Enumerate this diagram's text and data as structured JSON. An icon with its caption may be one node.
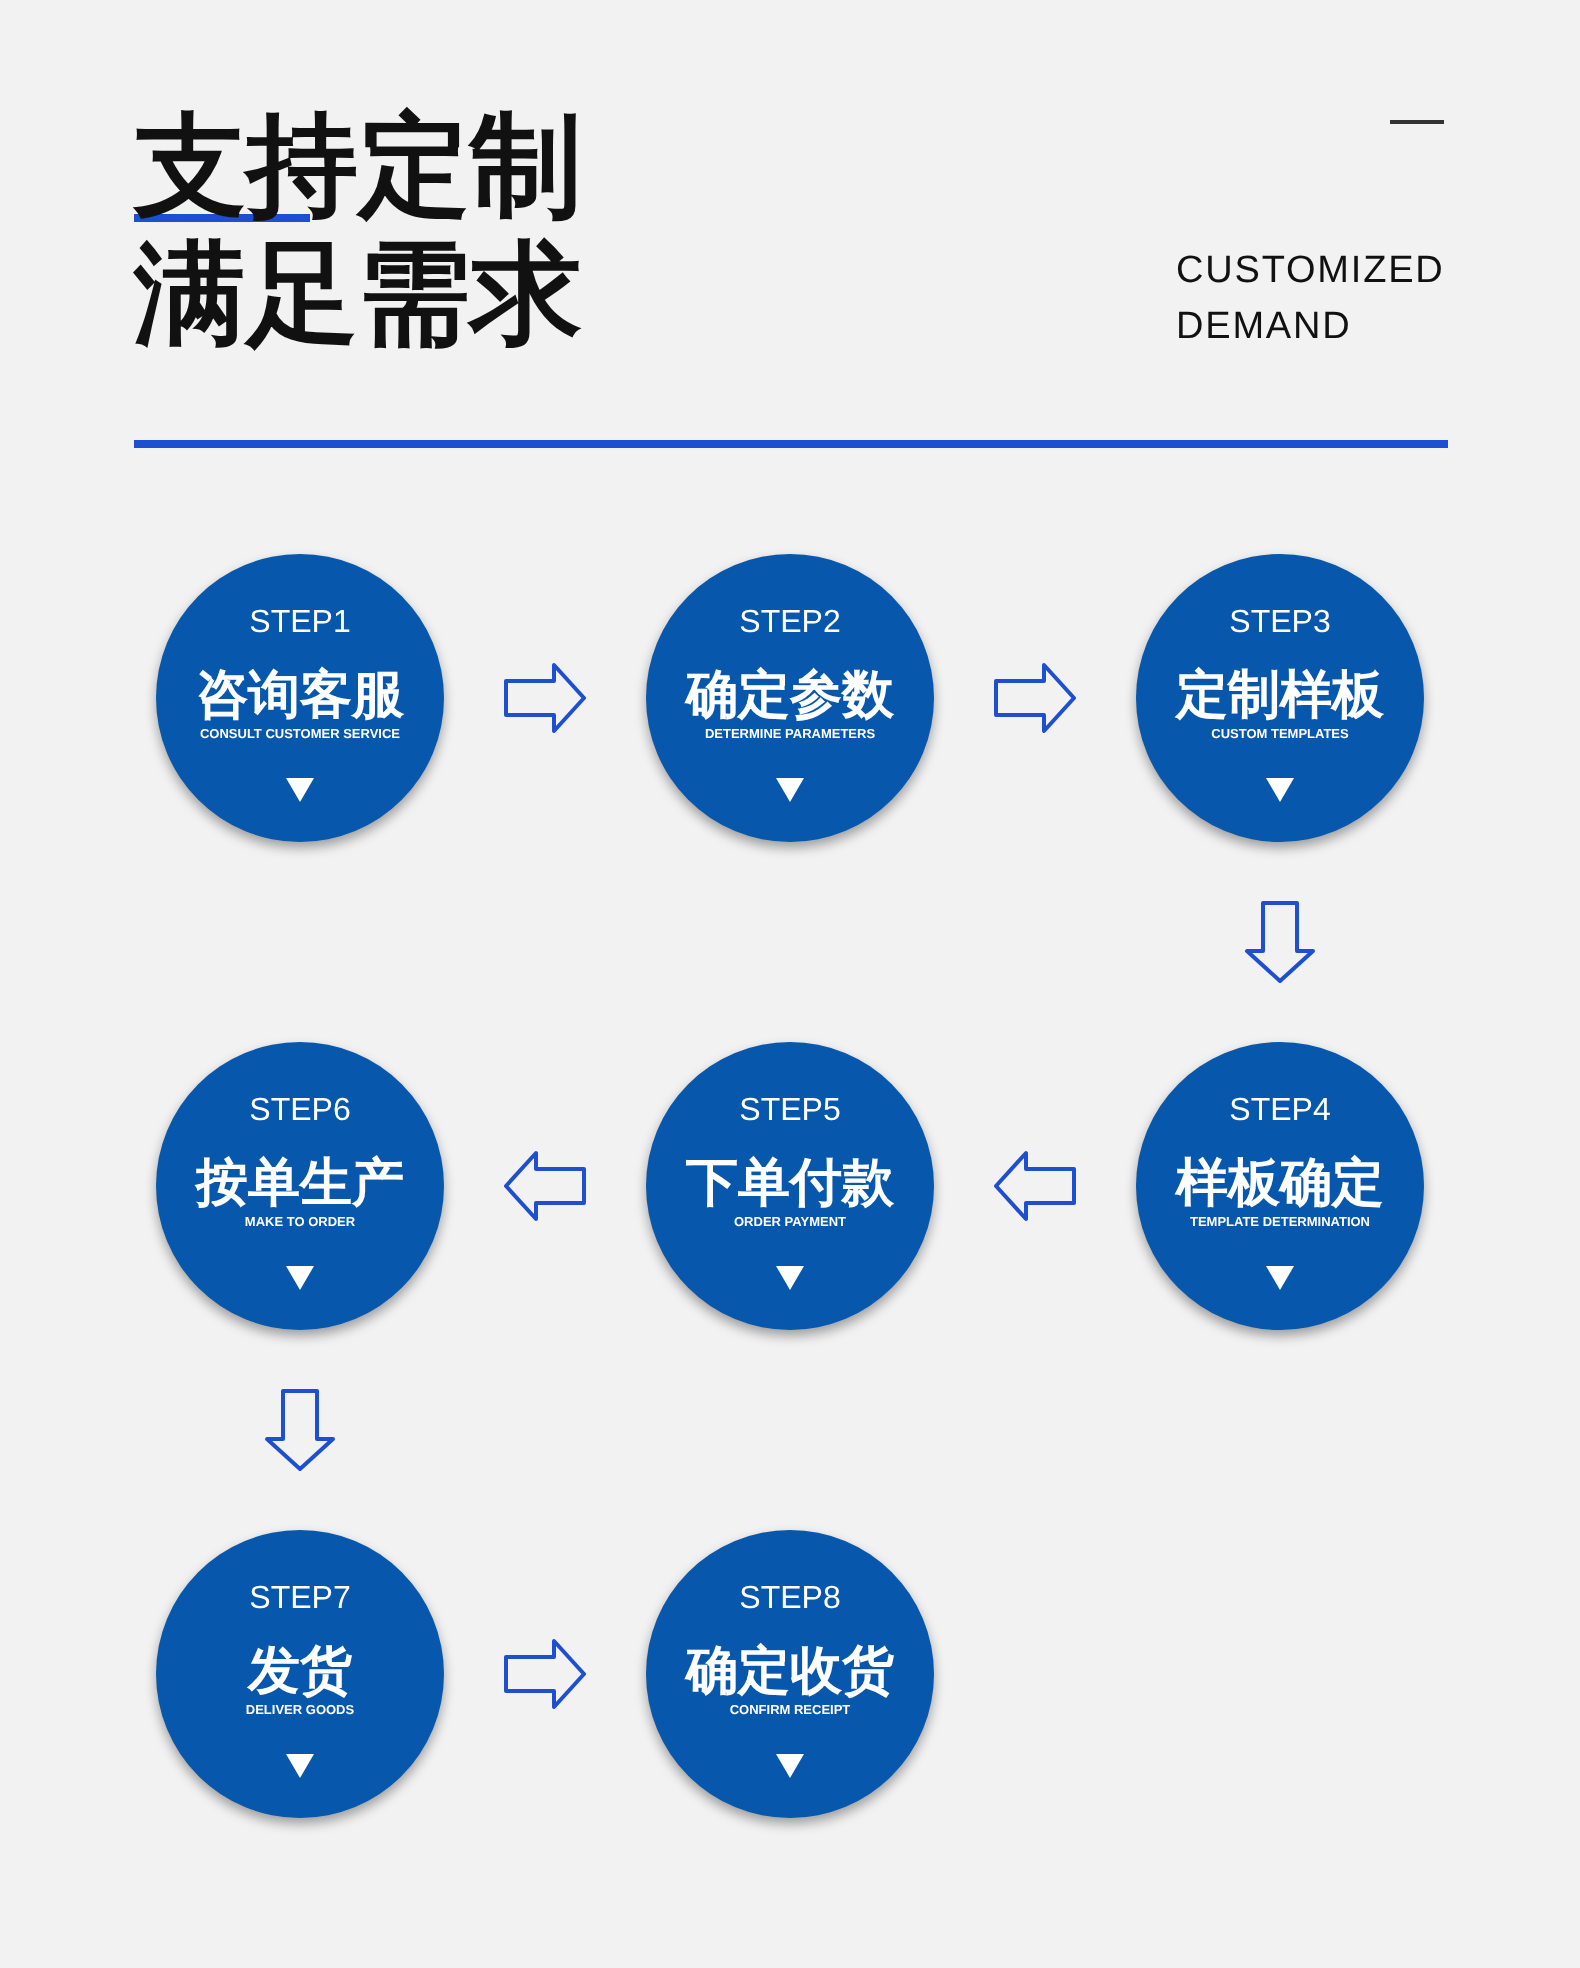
{
  "diagram": {
    "title": "支持定制满足需求",
    "nodes": [
      {
        "text": [
          "STEP1",
          "咨询客服",
          "CONSULT CUSTOMER SERVICE"
        ]
      },
      {
        "text": [
          "STEP2",
          "确定参数",
          "DETERMINE PARAMETERS"
        ]
      },
      {
        "text": [
          "STEP3",
          "定制样板",
          "CUSTOM TEMPLATES"
        ]
      },
      {
        "text": [
          "STEP4",
          "样板确定",
          "TEMPLATE DETERMINATION"
        ]
      },
      {
        "text": [
          "STEP5",
          "下单付款",
          "ORDER PAYMENT"
        ]
      },
      {
        "text": [
          "STEP6",
          "按单生产",
          "MAKE TO ORDER"
        ]
      },
      {
        "text": [
          "STEP7",
          "发货",
          "DELIVER GOODS"
        ]
      },
      {
        "text": [
          "STEP8",
          "确定收货",
          "CONFIRM RECEIPT"
        ]
      }
    ],
    "edges": [
      {
        "from": 0,
        "to": 1,
        "arrow": "to"
      },
      {
        "from": 1,
        "to": 2,
        "arrow": "to"
      },
      {
        "from": 2,
        "to": 3,
        "arrow": "to"
      },
      {
        "from": 3,
        "to": 4,
        "arrow": "to"
      },
      {
        "from": 4,
        "to": 5,
        "arrow": "to"
      },
      {
        "from": 5,
        "to": 6,
        "arrow": "to"
      },
      {
        "from": 6,
        "to": 7,
        "arrow": "to"
      }
    ],
    "labels": [
      "CUSTOMIZED DEMAND"
    ]
  }
}
